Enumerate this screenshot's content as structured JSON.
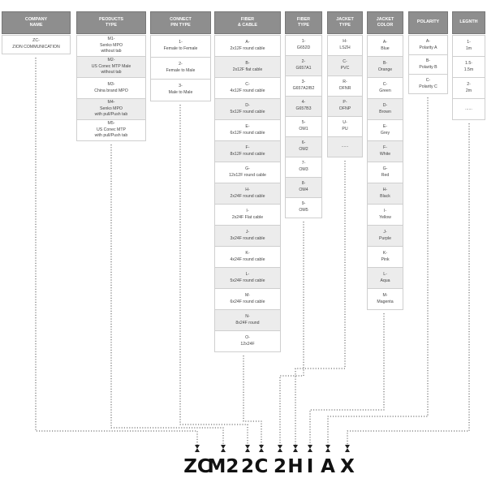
{
  "columns": [
    {
      "key": "company",
      "header": "COMPANY\nNAME",
      "options": [
        "ZC-\nZION COMMUNICATION"
      ]
    },
    {
      "key": "products",
      "header": "PEODUCTS\nTYPE",
      "options": [
        "M1-\nSenko MPO\nwithout tab",
        "M2-\nUS Conec MTP Male\nwithout tab",
        "M3-\nChina brand MPO",
        "M4-\nSenko MPO\nwith pull/Push tab",
        "M5-\nUS Conec MTP\nwith pull/Push tab"
      ]
    },
    {
      "key": "connect",
      "header": "CONNECT\nPIN TYPE",
      "options": [
        "1-\nFemale to Female",
        "2-\nFemale to Male",
        "3-\nMale to Male"
      ]
    },
    {
      "key": "fiber_cable",
      "header": "FIBER\n& CABLE",
      "options": [
        "A-\n2x12F round cable",
        "B-\n2x12F flat cable",
        "C-\n4x12F round cable",
        "D-\n5x12F round cable",
        "E-\n6x12F round cable",
        "F-\n8x12F round cable",
        "G-\n12x12F round cable",
        "H-\n2x24F round cable",
        "I-\n2x24F Flat cable",
        "J-\n3x24F round cable",
        "K-\n4x24F round cable",
        "L-\n5x24F round cable",
        "M-\n6x24F round cable",
        "N-\n8x24F round",
        "O-\n12x24F"
      ]
    },
    {
      "key": "fiber_type",
      "header": "FIBER\nTYPE",
      "options": [
        "1-\nG652D",
        "2-\nG657A1",
        "3-\nG657A2/B2",
        "4-\nG657B3",
        "5-\nOM1",
        "6-\nOM2",
        "7-\nOM3",
        "8-\nOM4",
        "9-\nOM5"
      ]
    },
    {
      "key": "jacket_type",
      "header": "JACKET\nTYPE",
      "options": [
        "H-\nLSZH",
        "C-\nPVC",
        "R-\nOFNR",
        "P-\nOFNP",
        "U-\nPU",
        "......"
      ]
    },
    {
      "key": "jacket_color",
      "header": "JACKET\nCOLOR",
      "options": [
        "A-\nBlue",
        "B-\nOrange",
        "C-\nGreen",
        "D-\nBrown",
        "E-\nGrey",
        "F-\nWhite",
        "G-\nRed",
        "H-\nBlack",
        "I-\nYellow",
        "J-\nPurple",
        "K-\nPink",
        "L-\nAqua",
        "M-\nMagenta"
      ]
    },
    {
      "key": "polarity",
      "header": "POLARITY",
      "options": [
        "A-\nPolarity A",
        "B-\nPolarity B",
        "C-\nPolarity C"
      ]
    },
    {
      "key": "length",
      "header": "LEGNTH",
      "options": [
        "1-\n1m",
        "1.5-\n1.5m",
        "2-\n2m",
        "......"
      ]
    }
  ],
  "code": [
    "ZC",
    "M2",
    "2",
    "C",
    "2",
    "H",
    "I",
    "A",
    "X"
  ],
  "colors": {
    "header_bg": "#8e8e8e",
    "cell_white": "#ffffff",
    "cell_grey": "#ececec",
    "line": "#555555"
  }
}
